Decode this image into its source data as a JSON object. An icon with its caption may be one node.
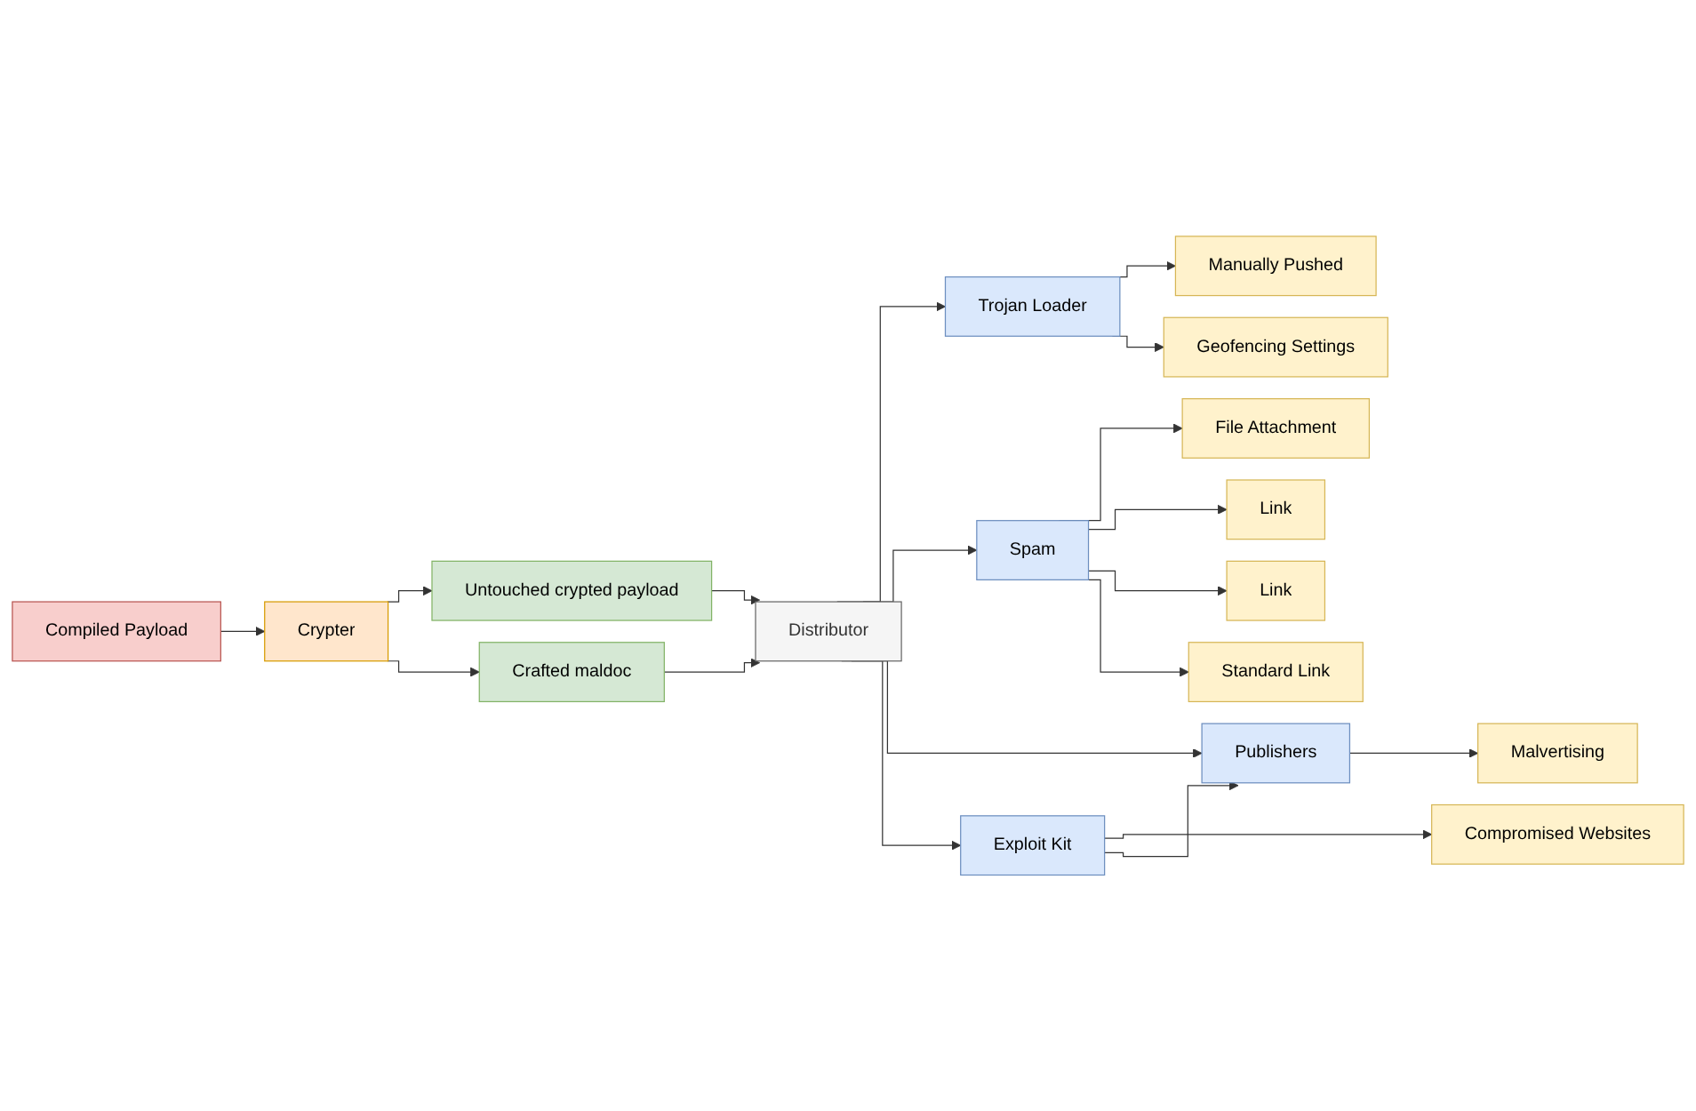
{
  "diagram": {
    "nodes": [
      {
        "text": [
          "Compiled Payload"
        ]
      },
      {
        "text": [
          "Crypter"
        ]
      },
      {
        "text": [
          "Untouched crypted payload"
        ]
      },
      {
        "text": [
          "Crafted maldoc"
        ]
      },
      {
        "text": [
          "Distributor"
        ]
      },
      {
        "text": [
          "Trojan Loader"
        ]
      },
      {
        "text": [
          "Spam"
        ]
      },
      {
        "text": [
          "Publishers"
        ]
      },
      {
        "text": [
          "Exploit Kit"
        ]
      },
      {
        "text": [
          "Manually Pushed"
        ]
      },
      {
        "text": [
          "Geofencing Settings"
        ]
      },
      {
        "text": [
          "File Attachment"
        ]
      },
      {
        "text": [
          "Link"
        ]
      },
      {
        "text": [
          "Link"
        ]
      },
      {
        "text": [
          "Standard Link"
        ]
      },
      {
        "text": [
          "Malvertising"
        ]
      },
      {
        "text": [
          "Compromised Websites"
        ]
      }
    ],
    "edges": [
      {
        "from": 0,
        "to": 1,
        "arrow": "to"
      },
      {
        "from": 1,
        "to": 2,
        "arrow": "to"
      },
      {
        "from": 1,
        "to": 3,
        "arrow": "to"
      },
      {
        "from": 2,
        "to": 4,
        "arrow": "to"
      },
      {
        "from": 3,
        "to": 4,
        "arrow": "to"
      },
      {
        "from": 4,
        "to": 5,
        "arrow": "to"
      },
      {
        "from": 4,
        "to": 6,
        "arrow": "to"
      },
      {
        "from": 4,
        "to": 7,
        "arrow": "to"
      },
      {
        "from": 4,
        "to": 8,
        "arrow": "to"
      },
      {
        "from": 5,
        "to": 9,
        "arrow": "to"
      },
      {
        "from": 5,
        "to": 10,
        "arrow": "to"
      },
      {
        "from": 6,
        "to": 11,
        "arrow": "to"
      },
      {
        "from": 6,
        "to": 12,
        "arrow": "to"
      },
      {
        "from": 6,
        "to": 13,
        "arrow": "to"
      },
      {
        "from": 6,
        "to": 14,
        "arrow": "to"
      },
      {
        "from": 7,
        "to": 15,
        "arrow": "to"
      },
      {
        "from": 8,
        "to": 16,
        "arrow": "to"
      },
      {
        "from": 8,
        "to": 7,
        "arrow": "to"
      }
    ]
  }
}
